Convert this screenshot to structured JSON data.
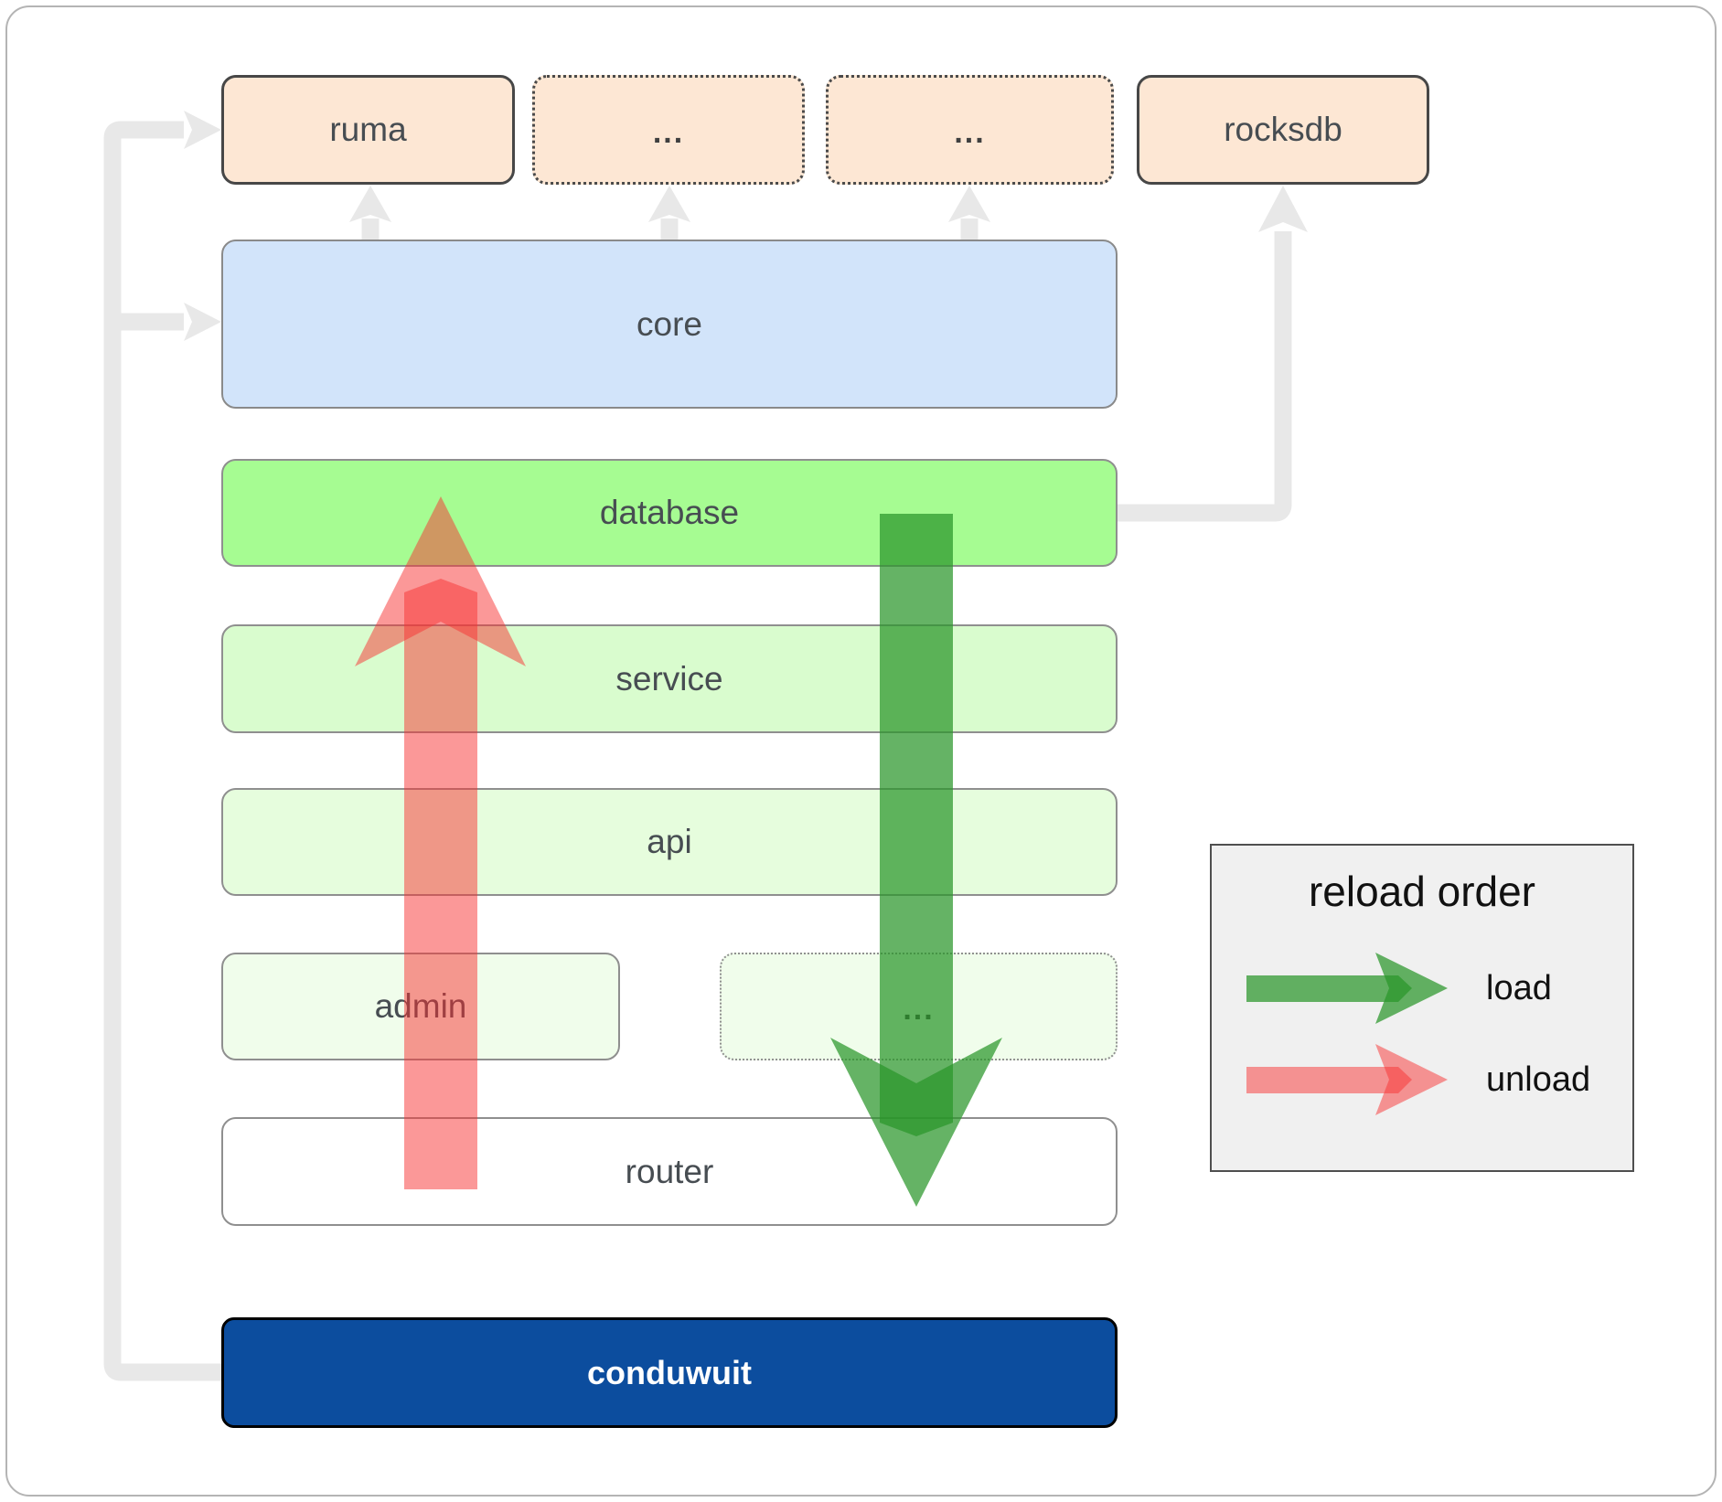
{
  "boxes": {
    "ruma": "ruma",
    "ellipsis_top_1": "...",
    "ellipsis_top_2": "...",
    "rocksdb": "rocksdb",
    "core": "core",
    "database": "database",
    "service": "service",
    "api": "api",
    "admin": "admin",
    "ellipsis_mid": "...",
    "router": "router",
    "conduwuit": "conduwuit"
  },
  "legend": {
    "title": "reload order",
    "load_label": "load",
    "unload_label": "unload"
  },
  "colors": {
    "load_arrow": "#2a952a",
    "unload_arrow": "#f73131",
    "connector_gray": "#e8e8e8",
    "conduwuit_fill": "#0c4d9e",
    "database_fill": "#a6fc92",
    "core_fill": "#d2e4fa",
    "module_fill": "#fde7d4"
  }
}
